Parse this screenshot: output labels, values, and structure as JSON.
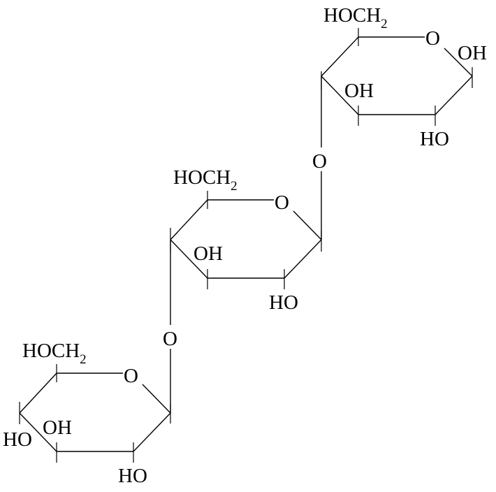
{
  "molecule": {
    "ring_top": {
      "ch2oh": "HOCH",
      "ch2oh_sub": "2",
      "ring_oxygen": "O",
      "anomeric_oh": "OH",
      "c3_oh": "OH",
      "c2_oh": "HO"
    },
    "link_upper": {
      "oxygen": "O"
    },
    "ring_middle": {
      "ch2oh": "HOCH",
      "ch2oh_sub": "2",
      "ring_oxygen": "O",
      "c3_oh": "OH",
      "c2_oh": "HO"
    },
    "link_lower": {
      "oxygen": "O"
    },
    "ring_bottom": {
      "ch2oh": "HOCH",
      "ch2oh_sub": "2",
      "ring_oxygen": "O",
      "c4_oh": "HO",
      "c3_oh": "OH",
      "c2_oh": "HO"
    }
  }
}
